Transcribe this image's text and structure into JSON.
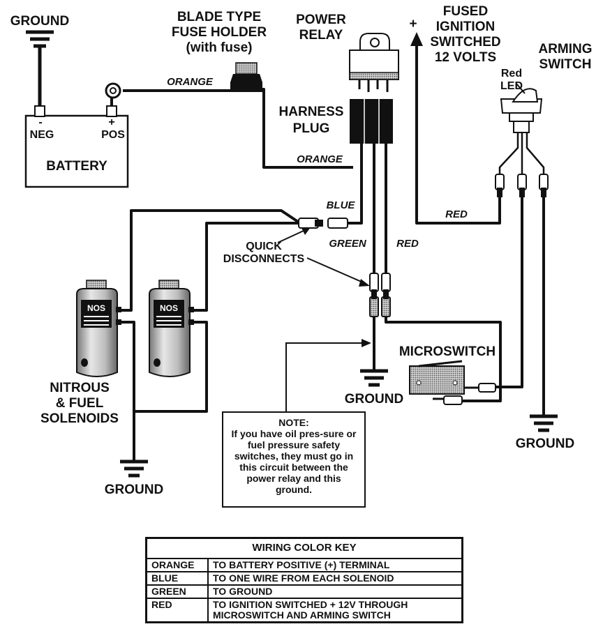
{
  "labels": {
    "ground_top_left": "GROUND",
    "fuse_holder_line1": "BLADE TYPE",
    "fuse_holder_line2": "FUSE HOLDER",
    "fuse_holder_line3": "(with fuse)",
    "power_relay_line1": "POWER",
    "power_relay_line2": "RELAY",
    "fused_line1": "FUSED",
    "fused_line2": "IGNITION",
    "fused_line3": "SWITCHED",
    "fused_line4": "12 VOLTS",
    "plus_sign": "+",
    "arming_line1": "ARMING",
    "arming_line2": "SWITCH",
    "red_led_line1": "Red",
    "red_led_line2": "LED",
    "battery_neg_sign": "-",
    "battery_neg": "NEG",
    "battery_pos_sign": "+",
    "battery_pos": "POS",
    "battery": "BATTERY",
    "harness_line1": "HARNESS",
    "harness_line2": "PLUG",
    "quick_line1": "QUICK",
    "quick_line2": "DISCONNECTS",
    "nitrous_line1": "NITROUS",
    "nitrous_line2": "& FUEL",
    "nitrous_line3": "SOLENOIDS",
    "ground_solenoids": "GROUND",
    "ground_center": "GROUND",
    "ground_right": "GROUND",
    "microswitch": "MICROSWITCH",
    "nos_logo": "NOS"
  },
  "wire_labels": {
    "orange_top": "ORANGE",
    "orange_bottom": "ORANGE",
    "blue": "BLUE",
    "green": "GREEN",
    "red_center": "RED",
    "red_right": "RED"
  },
  "note": {
    "title": "NOTE:",
    "body": "If you have oil pres-sure or fuel pressure safety switches, they must go in this circuit between the power relay and this ground."
  },
  "color_key": {
    "title": "WIRING COLOR KEY",
    "rows": [
      {
        "color": "ORANGE",
        "meaning": "TO BATTERY POSITIVE (+) TERMINAL"
      },
      {
        "color": "BLUE",
        "meaning": "TO ONE WIRE FROM EACH SOLENOID"
      },
      {
        "color": "GREEN",
        "meaning": "TO GROUND"
      },
      {
        "color": "RED",
        "meaning": "TO IGNITION SWITCHED + 12V THROUGH MICROSWITCH AND ARMING SWITCH"
      }
    ]
  },
  "colors": {
    "ink": "#111111",
    "shade": "#9a9a9a",
    "background": "#ffffff"
  }
}
